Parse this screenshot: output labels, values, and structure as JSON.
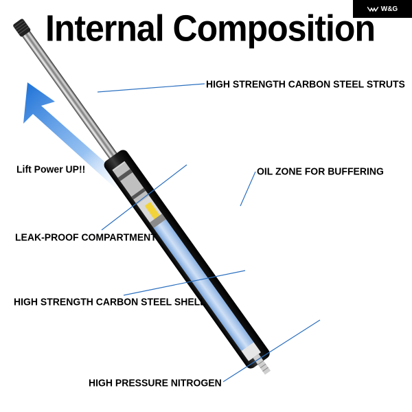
{
  "title": "Internal Composition",
  "brand": {
    "logo_icon": "wg-wing-logo-icon",
    "text": "W&G"
  },
  "callouts": {
    "struts": "HIGH STRENGTH CARBON STEEL STRUTS",
    "lift": "Lift Power UP!!",
    "oil": "OIL ZONE FOR BUFFERING",
    "leak": "LEAK-PROOF COMPARTMENT",
    "shell": "HIGH STRENGTH CARBON STEEL SHELL",
    "nitrogen": "HIGH PRESSURE NITROGEN"
  },
  "colors": {
    "leader_line": "#2a6fbf",
    "arrow": "#1a6fd6",
    "nitrogen_fill": "#a9c8ee",
    "oil_zone": "#f2d43a",
    "tube": "#141414",
    "rod": "#9a9a9a"
  }
}
